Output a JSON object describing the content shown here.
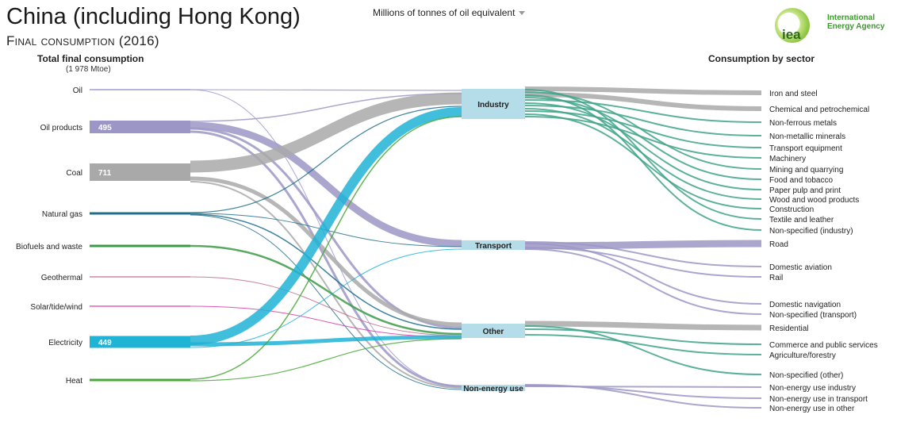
{
  "header": {
    "title": "China (including Hong Kong)",
    "subtitle": "Final consumption (2016)",
    "unit_selector": "Millions of tonnes of oil equivalent",
    "left_column_title": "Total final consumption",
    "left_column_subtitle": "(1 978 Mtoe)",
    "right_column_title": "Consumption by sector"
  },
  "logo": {
    "line1": "International",
    "line2": "Energy Agency",
    "mark": "iea"
  },
  "colors": {
    "oil": "#9e9ad0",
    "oil_products": "#9c96c6",
    "coal": "#a9a9a9",
    "natural_gas": "#1f6e8c",
    "biofuels": "#3d9a47",
    "geothermal": "#c06a8a",
    "solar": "#d63aa8",
    "electricity": "#1fb3d6",
    "heat": "#4aa83a",
    "hub": "#b4dce9"
  },
  "sources": [
    {
      "key": "oil",
      "label": "Oil",
      "value": ""
    },
    {
      "key": "oil_products",
      "label": "Oil products",
      "value": "495"
    },
    {
      "key": "coal",
      "label": "Coal",
      "value": "711"
    },
    {
      "key": "natural_gas",
      "label": "Natural gas",
      "value": ""
    },
    {
      "key": "biofuels",
      "label": "Biofuels and waste",
      "value": ""
    },
    {
      "key": "geothermal",
      "label": "Geothermal",
      "value": ""
    },
    {
      "key": "solar",
      "label": "Solar/tide/wind",
      "value": ""
    },
    {
      "key": "electricity",
      "label": "Electricity",
      "value": "449"
    },
    {
      "key": "heat",
      "label": "Heat",
      "value": ""
    }
  ],
  "hubs": [
    {
      "key": "industry",
      "label": "Industry"
    },
    {
      "key": "transport",
      "label": "Transport"
    },
    {
      "key": "other",
      "label": "Other"
    },
    {
      "key": "nonenergy",
      "label": "Non-energy use"
    }
  ],
  "targets": [
    {
      "label": "Iron and steel",
      "hub": "industry"
    },
    {
      "label": "Chemical and petrochemical",
      "hub": "industry"
    },
    {
      "label": "Non-ferrous metals",
      "hub": "industry"
    },
    {
      "label": "Non-metallic minerals",
      "hub": "industry"
    },
    {
      "label": "Transport equipment",
      "hub": "industry"
    },
    {
      "label": "Machinery",
      "hub": "industry"
    },
    {
      "label": "Mining and quarrying",
      "hub": "industry"
    },
    {
      "label": "Food and tobacco",
      "hub": "industry"
    },
    {
      "label": "Paper pulp and print",
      "hub": "industry"
    },
    {
      "label": "Wood and wood products",
      "hub": "industry"
    },
    {
      "label": "Construction",
      "hub": "industry"
    },
    {
      "label": "Textile and leather",
      "hub": "industry"
    },
    {
      "label": "Non-specified (industry)",
      "hub": "industry"
    },
    {
      "label": "Road",
      "hub": "transport"
    },
    {
      "label": "Domestic aviation",
      "hub": "transport"
    },
    {
      "label": "Rail",
      "hub": "transport"
    },
    {
      "label": "Domestic navigation",
      "hub": "transport"
    },
    {
      "label": "Non-specified (transport)",
      "hub": "transport"
    },
    {
      "label": "Residential",
      "hub": "other"
    },
    {
      "label": "Commerce and public services",
      "hub": "other"
    },
    {
      "label": "Agriculture/forestry",
      "hub": "other"
    },
    {
      "label": "Non-specified (other)",
      "hub": "other"
    },
    {
      "label": "Non-energy use industry",
      "hub": "nonenergy"
    },
    {
      "label": "Non-energy use in transport",
      "hub": "nonenergy"
    },
    {
      "label": "Non-energy use in other",
      "hub": "nonenergy"
    }
  ],
  "flows": [
    {
      "from": "oil",
      "to": "industry"
    },
    {
      "from": "oil",
      "to": "nonenergy"
    },
    {
      "from": "oil_products",
      "to": "industry"
    },
    {
      "from": "oil_products",
      "to": "transport"
    },
    {
      "from": "oil_products",
      "to": "other"
    },
    {
      "from": "oil_products",
      "to": "nonenergy"
    },
    {
      "from": "coal",
      "to": "industry"
    },
    {
      "from": "coal",
      "to": "other"
    },
    {
      "from": "coal",
      "to": "nonenergy"
    },
    {
      "from": "natural_gas",
      "to": "industry"
    },
    {
      "from": "natural_gas",
      "to": "transport"
    },
    {
      "from": "natural_gas",
      "to": "other"
    },
    {
      "from": "natural_gas",
      "to": "nonenergy"
    },
    {
      "from": "biofuels",
      "to": "other"
    },
    {
      "from": "geothermal",
      "to": "other"
    },
    {
      "from": "solar",
      "to": "other"
    },
    {
      "from": "electricity",
      "to": "industry"
    },
    {
      "from": "electricity",
      "to": "transport"
    },
    {
      "from": "electricity",
      "to": "other"
    },
    {
      "from": "heat",
      "to": "industry"
    },
    {
      "from": "heat",
      "to": "other"
    }
  ]
}
